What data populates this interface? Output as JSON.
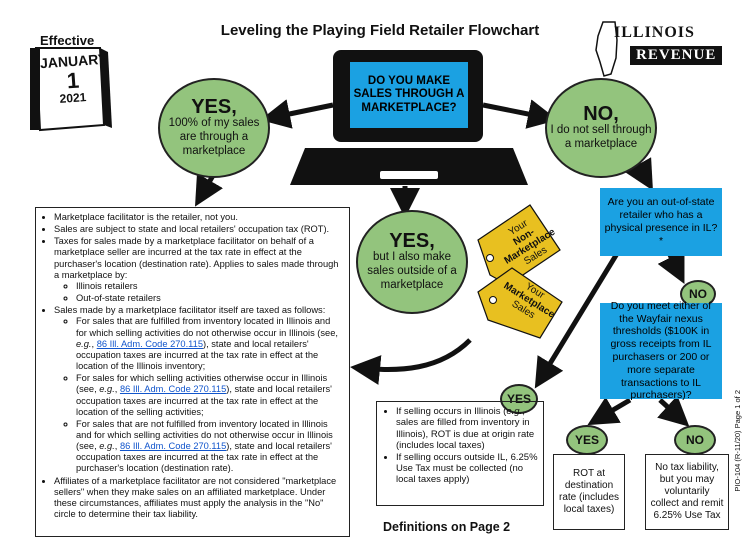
{
  "header": {
    "title": "Leveling the Playing Field Retailer Flowchart",
    "effective": "Effective",
    "calendar_month": "JANUARY",
    "calendar_day": "1",
    "calendar_year": "2021"
  },
  "logo": {
    "line1": "ILLINOIS",
    "line2": "REVENUE"
  },
  "laptop_question": "DO YOU MAKE SALES THROUGH A MARKETPLACE?",
  "yes_all": {
    "big": "YES,",
    "text": "100% of my sales are through a marketplace"
  },
  "no_marketplace": {
    "big": "NO,",
    "text": "I do not sell through a marketplace"
  },
  "yes_also": {
    "big": "YES,",
    "text": "but I also make sales outside of a marketplace"
  },
  "tag_non": {
    "line1": "Your ",
    "bold": "Non-Marketplace",
    "line3": "Sales"
  },
  "tag_mkt": {
    "line1": "Your",
    "bold": "Marketplace",
    "line3": "Sales"
  },
  "q_presence": "Are you an out-of-state retailer who has a physical presence in IL?*",
  "no_label": "NO",
  "q_wayfair": "Do you meet either of the Wayfair nexus thresholds ($100K in gross receipts from IL purchasers or 200 or more separate transactions to IL purchasers)?",
  "yes_label": "YES",
  "yes_badge2": "YES",
  "no_badge2": "NO",
  "out_yes": "ROT at destination rate (includes local taxes)",
  "out_no": "No tax liability, but you may voluntarily collect and remit 6.25% Use Tax",
  "left_box": {
    "b1": "Marketplace facilitator is the retailer, not you.",
    "b2": "Sales are subject to state and local retailers' occupation tax (ROT).",
    "b3": "Taxes for sales made by a marketplace facilitator on behalf of a marketplace seller are incurred at the tax rate in effect at the purchaser's location (destination rate). Applies to sales made through a marketplace by:",
    "b3a": "Illinois retailers",
    "b3b": "Out-of-state retailers",
    "b4": "Sales made by a marketplace facilitator itself are taxed as follows:",
    "b4a_pre": "For sales that are fulfilled from inventory located in Illinois and for which selling activities do not otherwise occur in Illinois (see, ",
    "eg": "e.g.",
    "cite": "86 Ill. Adm. Code 270.115",
    "b4a_post": "), state and local retailers' occupation taxes are incurred at the tax rate in effect at the location of the Illinois inventory;",
    "b4b_pre": "For sales for which selling activities otherwise occur in Illinois (see, ",
    "b4b_post": "), state and local retailers' occupation taxes are incurred at the tax rate in effect at the location of the selling activities;",
    "b4c_pre": "For sales that are not fulfilled from inventory located in Illinois and for which selling activities do not otherwise occur in Illinois (see, ",
    "b4c_post": "), state and local retailers' occupation taxes are incurred at the tax rate in effect at the purchaser's location (destination rate).",
    "b5": "Affiliates of a marketplace facilitator are not considered \"marketplace sellers\" when they make sales on an affiliated marketplace. Under these circumstances, affiliates must apply the analysis in the \"No\" circle to determine their tax liability."
  },
  "mid_box": {
    "i1_pre": "If selling occurs in Illinois (",
    "eg": "e.g.",
    "i1_post": ", sales are filled from inventory in Illinois), ROT is due at origin rate (includes local taxes)",
    "i2": "If selling occurs outside IL, 6.25% Use Tax must be collected (no local taxes apply)"
  },
  "definitions": "Definitions on Page 2",
  "form_id": "PIO-104 (R-11/20)   Page 1 of 2",
  "colors": {
    "green": "#93c47d",
    "blue": "#1ba1e2",
    "yellow": "#e8c020"
  }
}
